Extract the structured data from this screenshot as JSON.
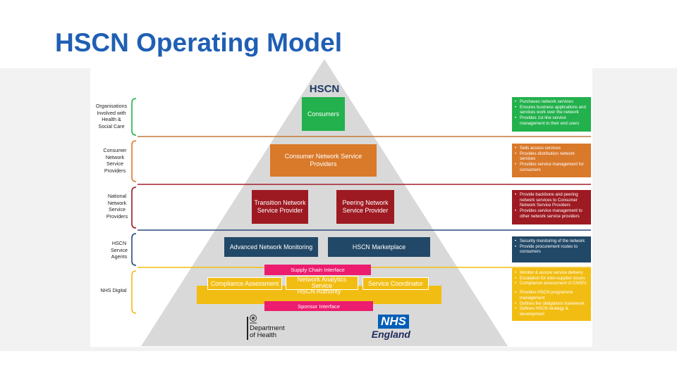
{
  "title": "HSCN Operating Model",
  "pyramid_title": "HSCN",
  "colors": {
    "title": "#1f5fb4",
    "consumers": "#22b14c",
    "cnsp": "#d9792a",
    "nnsp": "#9e1a22",
    "agents": "#224867",
    "nhs_digital": "#f2bd12",
    "interface": "#ec1c6e",
    "pyramid": "#d9d9d9"
  },
  "tiers": [
    {
      "label": "Organisations\nInvolved with\nHealth &\nSocial Care"
    },
    {
      "label": "Consumer\nNetwork\nService\nProviders"
    },
    {
      "label": "National\nNetwork\nService\nProviders"
    },
    {
      "label": "HSCN\nService\nAgents"
    },
    {
      "label": "NHS Digital"
    }
  ],
  "boxes": {
    "consumers": "Consumers",
    "cnsp": "Consumer Network Service Providers",
    "transition": "Transition Network Service Provider",
    "peering": "Peering Network Service Provider",
    "monitoring": "Advanced Network Monitoring",
    "marketplace": "HSCN Marketplace",
    "supply_chain": "Supply Chain Interface",
    "compliance": "Compliance Assessment",
    "analytics": "Network Analytics Service",
    "coordinator": "Service Coordinator",
    "authority": "HSCN Authority",
    "sponsor": "Sponsor Interface"
  },
  "descriptions": {
    "consumers": [
      "Purchases network services",
      "Ensures business applications and services work over the network",
      "Provides 1st line service management to their end users"
    ],
    "cnsp": [
      "Sells access services",
      "Provides distribution network services",
      "Provides service management for consumers"
    ],
    "nnsp": [
      "Provide backbone and peering network services to Consumer Network Service Providers",
      "Provides service management to other network service providers"
    ],
    "agents": [
      "Security monitoring of the network",
      "Provide procurement routes to consumers"
    ],
    "nhs_digital": [
      "Monitor & assure service delivery",
      "Escalation for inter-supplier issues",
      "Compliance assessment of CNSPs",
      "Provides HSCN programme management",
      "Defines the obligations framework",
      "Defines HSCN strategy & development"
    ]
  },
  "logos": {
    "doh": "Department\nof Health",
    "nhs": "NHS",
    "nhs_sub": "England"
  }
}
